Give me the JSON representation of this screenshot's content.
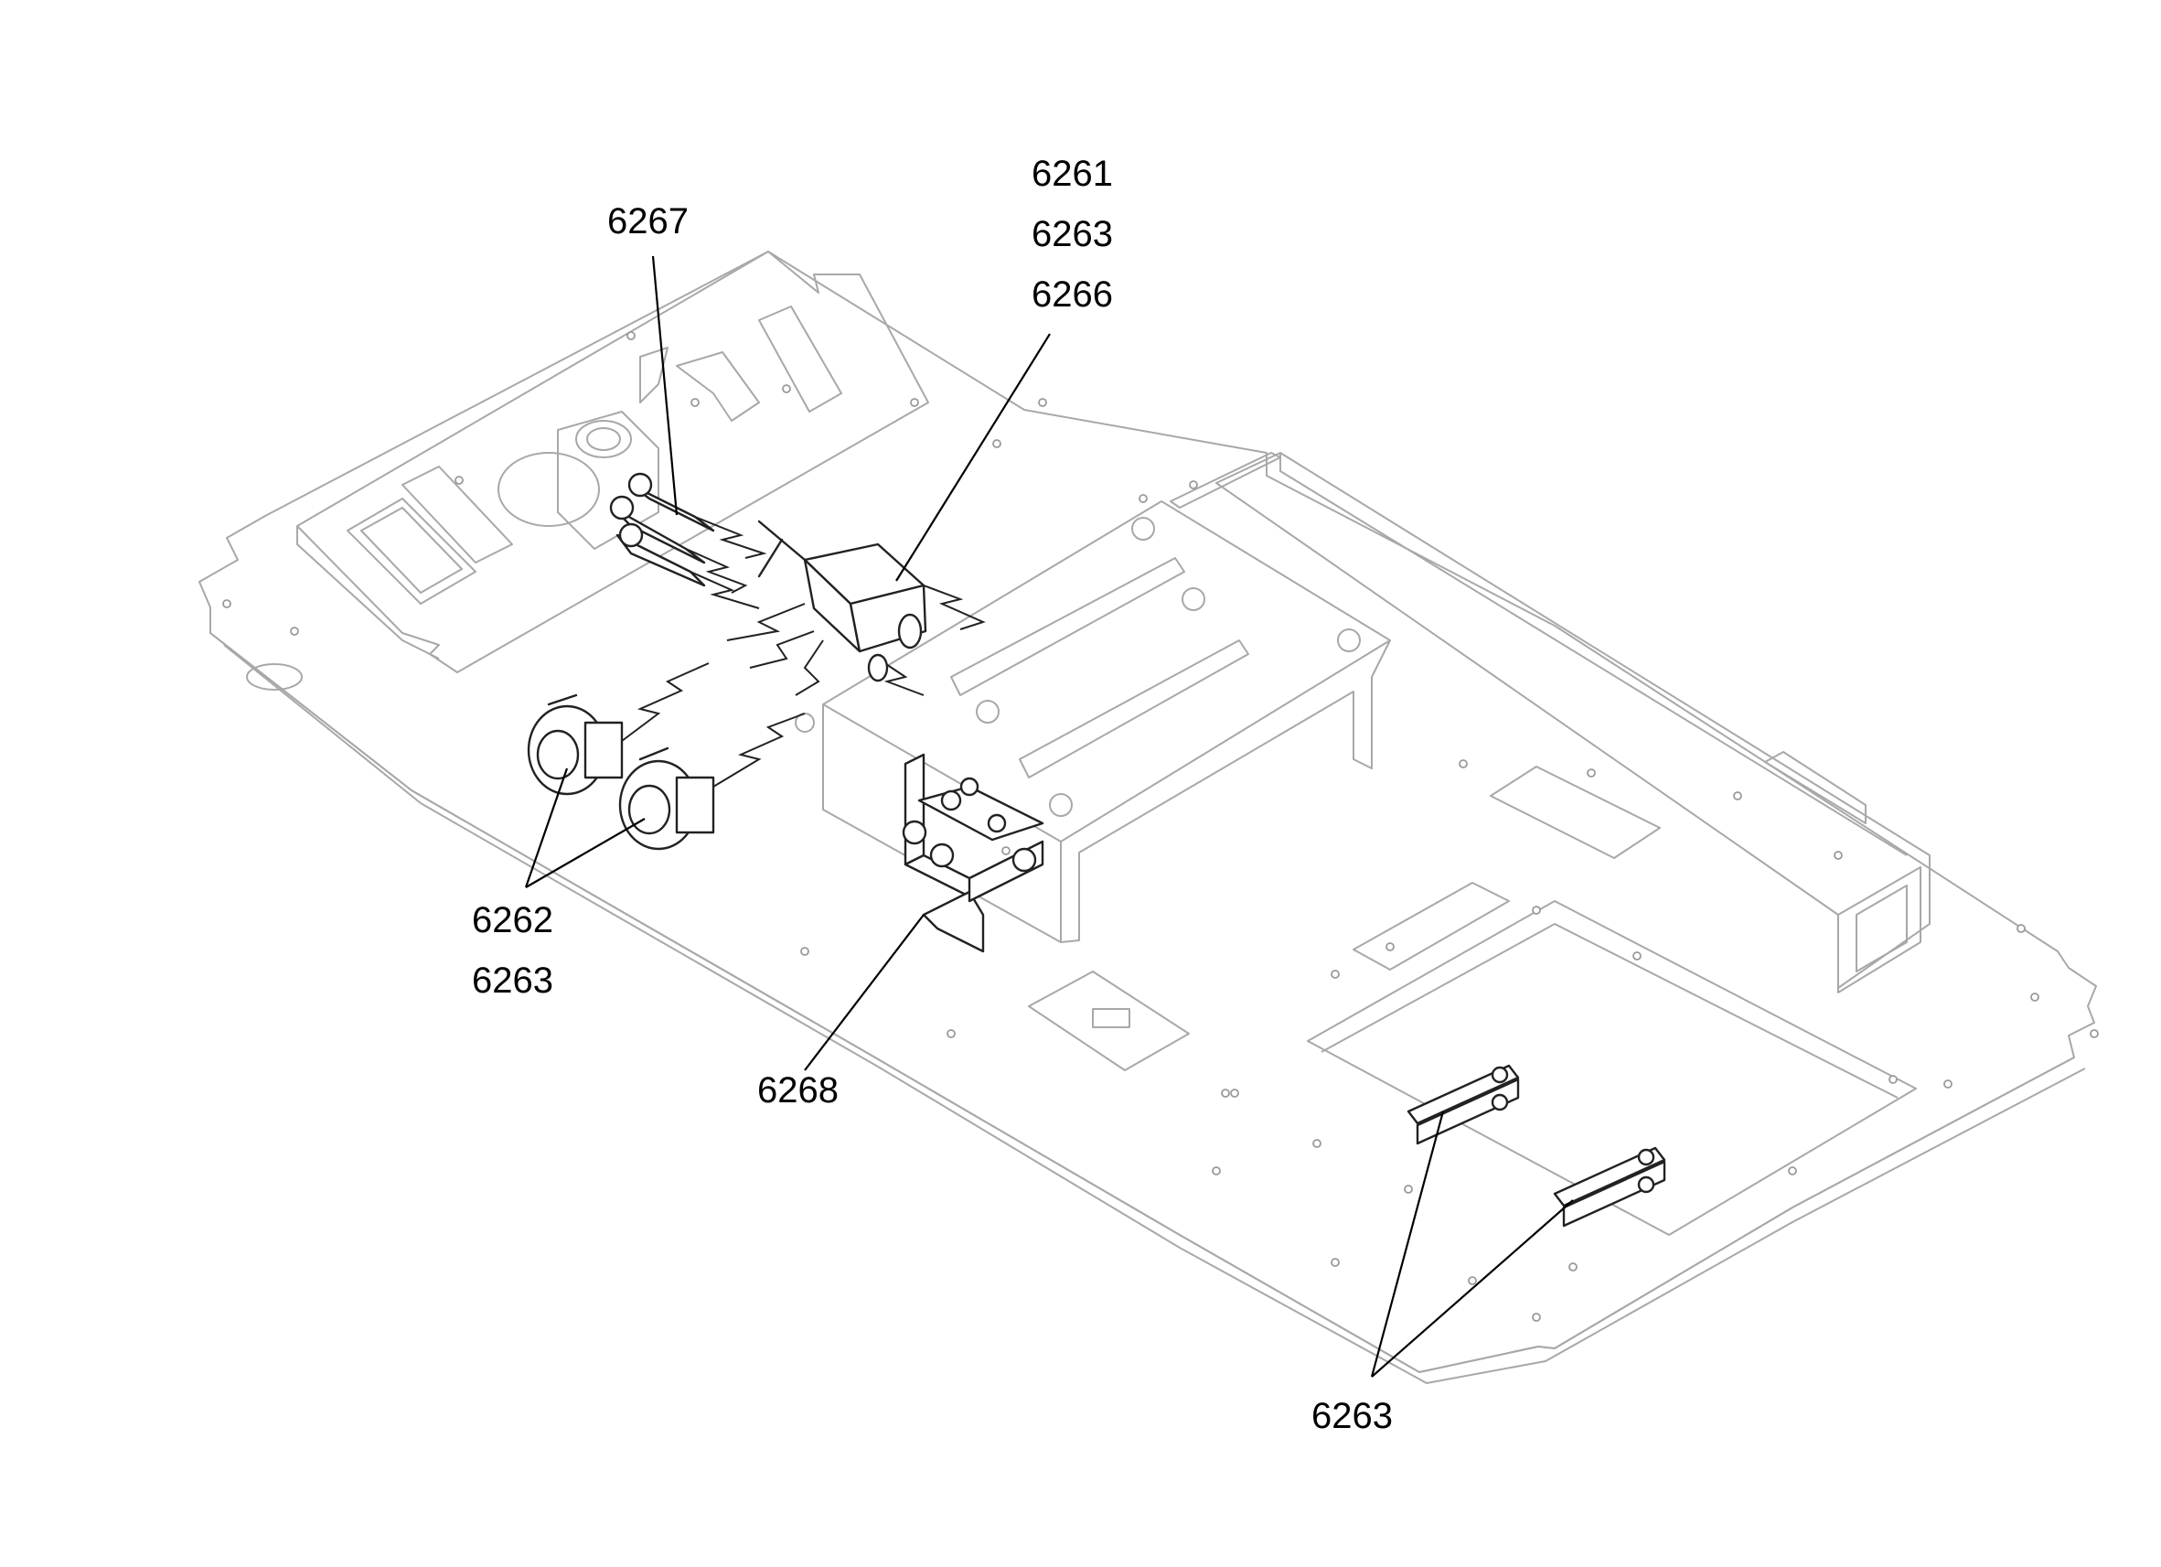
{
  "callouts": {
    "c6261": "6261",
    "c6263a": "6263",
    "c6266": "6266",
    "c6267": "6267",
    "c6262": "6262",
    "c6263b": "6263",
    "c6268": "6268",
    "c6263c": "6263"
  }
}
